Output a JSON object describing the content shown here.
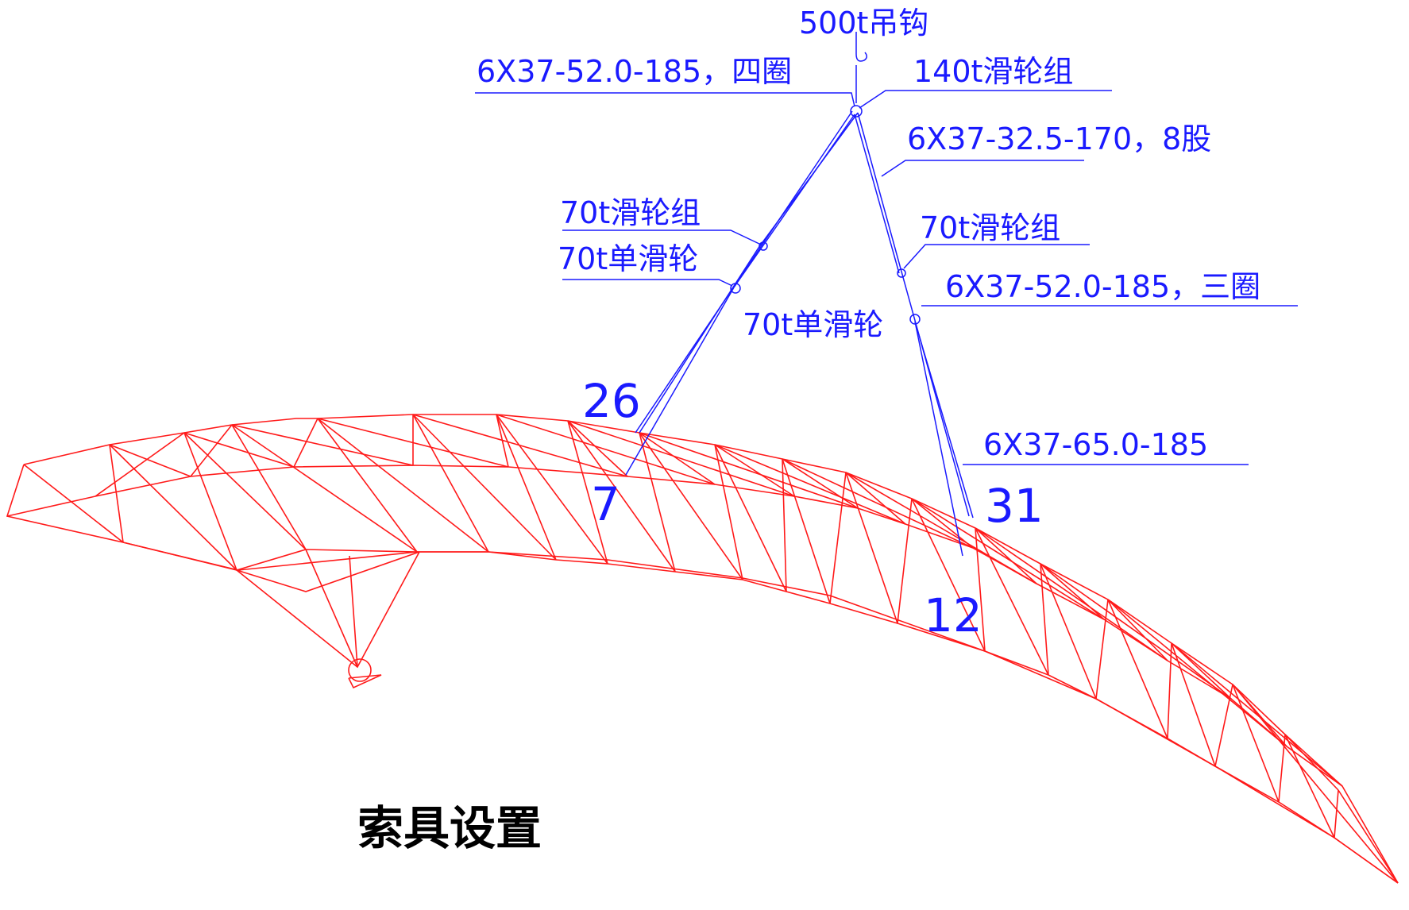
{
  "title": "索具设置",
  "colors": {
    "truss": "#ff1a1a",
    "rigging": "#1a1aff",
    "title": "#000000"
  },
  "labels": {
    "hook": "500t吊钩",
    "main_sling": "6X37-52.0-185，四圈",
    "main_block": "140t滑轮组",
    "right_rope": "6X37-32.5-170，8股",
    "left_block": "70t滑轮组",
    "left_sheave": "70t单滑轮",
    "right_block": "70t滑轮组",
    "right_sling": "6X37-52.0-185，三圈",
    "right_sheave": "70t单滑轮",
    "lower_sling": "6X37-65.0-185"
  },
  "points": {
    "p26": "26",
    "p7": "7",
    "p31": "31",
    "p12": "12"
  }
}
